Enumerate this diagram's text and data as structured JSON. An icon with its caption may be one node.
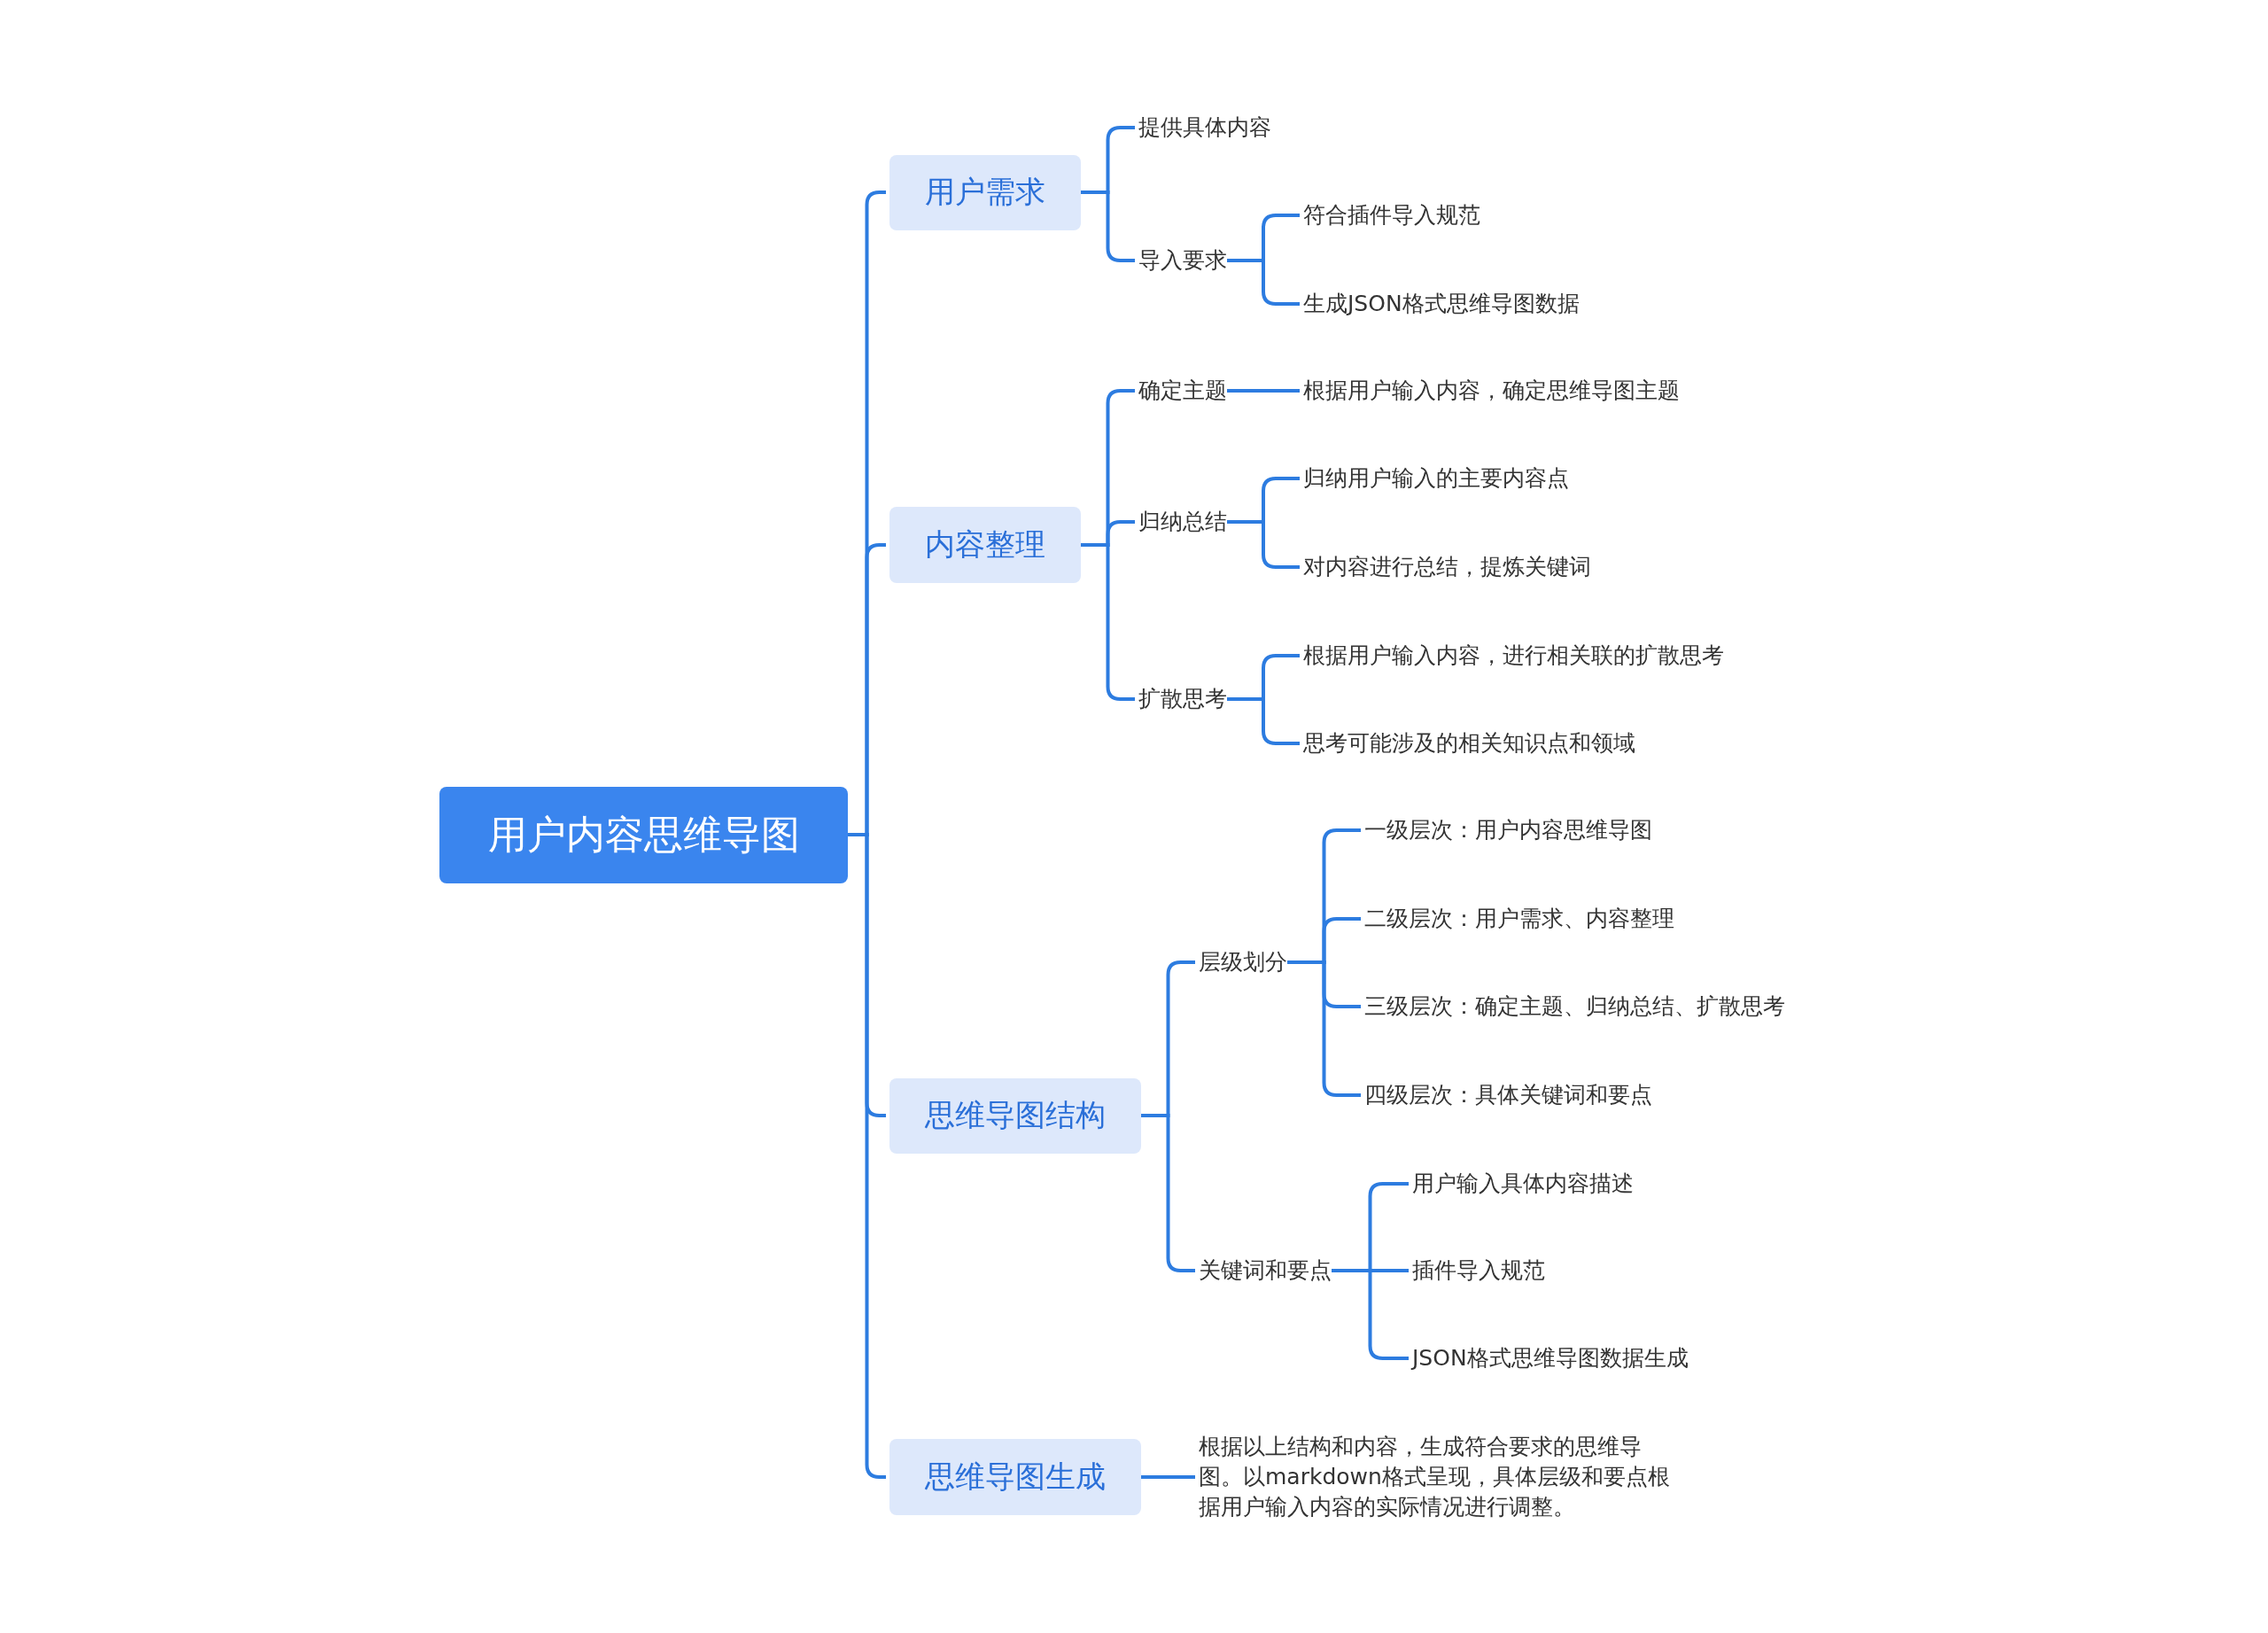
{
  "diagram": {
    "nodes": [
      {
        "text": [
          "用户内容思维导图"
        ]
      },
      {
        "text": [
          "用户需求"
        ]
      },
      {
        "text": [
          "提供具体内容"
        ]
      },
      {
        "text": [
          "导入要求"
        ]
      },
      {
        "text": [
          "符合插件导入规范"
        ]
      },
      {
        "text": [
          "生成JSON格式思维导图数据"
        ]
      },
      {
        "text": [
          "内容整理"
        ]
      },
      {
        "text": [
          "确定主题"
        ]
      },
      {
        "text": [
          "根据用户输入内容，确定思维导图主题"
        ]
      },
      {
        "text": [
          "归纳总结"
        ]
      },
      {
        "text": [
          "归纳用户输入的主要内容点"
        ]
      },
      {
        "text": [
          "对内容进行总结，提炼关键词"
        ]
      },
      {
        "text": [
          "扩散思考"
        ]
      },
      {
        "text": [
          "根据用户输入内容，进行相关联的扩散思考"
        ]
      },
      {
        "text": [
          "思考可能涉及的相关知识点和领域"
        ]
      },
      {
        "text": [
          "思维导图结构"
        ]
      },
      {
        "text": [
          "层级划分"
        ]
      },
      {
        "text": [
          "一级层次：用户内容思维导图"
        ]
      },
      {
        "text": [
          "二级层次：用户需求、内容整理"
        ]
      },
      {
        "text": [
          "三级层次：确定主题、归纳总结、扩散思考"
        ]
      },
      {
        "text": [
          "四级层次：具体关键词和要点"
        ]
      },
      {
        "text": [
          "关键词和要点"
        ]
      },
      {
        "text": [
          "用户输入具体内容描述"
        ]
      },
      {
        "text": [
          "插件导入规范"
        ]
      },
      {
        "text": [
          "JSON格式思维导图数据生成"
        ]
      },
      {
        "text": [
          "思维导图生成"
        ]
      },
      {
        "text": [
          "根据以上结构和内容，生成符合要求的思维导图。以markdown格式呈现，具体层级和要点根据用户输入内容的实际情况进行调整。"
        ]
      }
    ],
    "edges": [
      {
        "from": 0,
        "to": 1,
        "arrow": "none"
      },
      {
        "from": 1,
        "to": 2,
        "arrow": "none"
      },
      {
        "from": 1,
        "to": 3,
        "arrow": "none"
      },
      {
        "from": 3,
        "to": 4,
        "arrow": "none"
      },
      {
        "from": 3,
        "to": 5,
        "arrow": "none"
      },
      {
        "from": 0,
        "to": 6,
        "arrow": "none"
      },
      {
        "from": 6,
        "to": 7,
        "arrow": "none"
      },
      {
        "from": 7,
        "to": 8,
        "arrow": "none"
      },
      {
        "from": 6,
        "to": 9,
        "arrow": "none"
      },
      {
        "from": 9,
        "to": 10,
        "arrow": "none"
      },
      {
        "from": 9,
        "to": 11,
        "arrow": "none"
      },
      {
        "from": 6,
        "to": 12,
        "arrow": "none"
      },
      {
        "from": 12,
        "to": 13,
        "arrow": "none"
      },
      {
        "from": 12,
        "to": 14,
        "arrow": "none"
      },
      {
        "from": 0,
        "to": 15,
        "arrow": "none"
      },
      {
        "from": 15,
        "to": 16,
        "arrow": "none"
      },
      {
        "from": 16,
        "to": 17,
        "arrow": "none"
      },
      {
        "from": 16,
        "to": 18,
        "arrow": "none"
      },
      {
        "from": 16,
        "to": 19,
        "arrow": "none"
      },
      {
        "from": 16,
        "to": 20,
        "arrow": "none"
      },
      {
        "from": 15,
        "to": 21,
        "arrow": "none"
      },
      {
        "from": 21,
        "to": 22,
        "arrow": "none"
      },
      {
        "from": 21,
        "to": 23,
        "arrow": "none"
      },
      {
        "from": 21,
        "to": 24,
        "arrow": "none"
      },
      {
        "from": 0,
        "to": 25,
        "arrow": "none"
      },
      {
        "from": 25,
        "to": 26,
        "arrow": "none"
      }
    ]
  }
}
